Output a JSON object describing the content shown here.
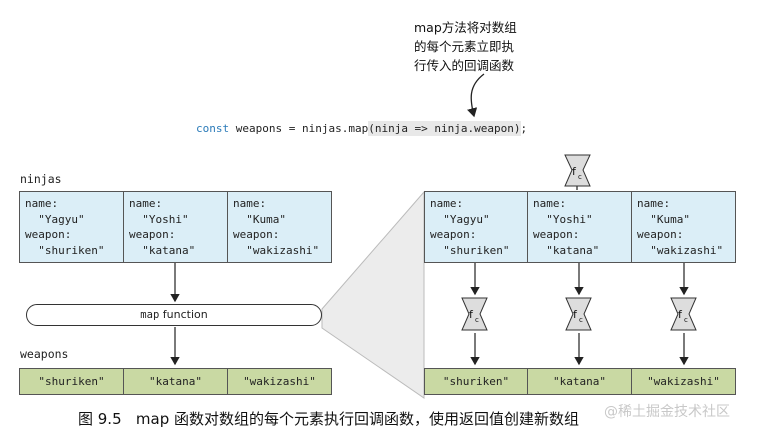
{
  "annotation": {
    "lines": [
      "map方法将对数组",
      "的每个元素立即执",
      "行传入的回调函数"
    ]
  },
  "code": {
    "keyword": "const",
    "prefix": " weapons = ninjas.map",
    "highlighted": "(ninja => ninja.weapon)",
    "suffix": ";"
  },
  "labels": {
    "ninjas": "ninjas",
    "weapons": "weapons",
    "map_fn_mono": "map",
    "map_fn_text": " function",
    "fc_main": "f",
    "fc_sub": "c"
  },
  "ninjas": [
    {
      "name": "\"Yagyu\"",
      "weapon": "\"shuriken\""
    },
    {
      "name": "\"Yoshi\"",
      "weapon": "\"katana\""
    },
    {
      "name": "\"Kuma\"",
      "weapon": "\"wakizashi\""
    }
  ],
  "keys": {
    "name": "name:",
    "weapon": "weapon:"
  },
  "weapons": [
    "\"shuriken\"",
    "\"katana\"",
    "\"wakizashi\""
  ],
  "caption": "图 9.5   map 函数对数组的每个元素执行回调函数，使用返回值创建新数组",
  "watermark": "@稀土掘金技术社区",
  "colors": {
    "object_fill": "#dbeef7",
    "result_fill": "#c9d9a3",
    "keyword": "#2b7bb9",
    "funnel_fill": "#dddddd"
  }
}
